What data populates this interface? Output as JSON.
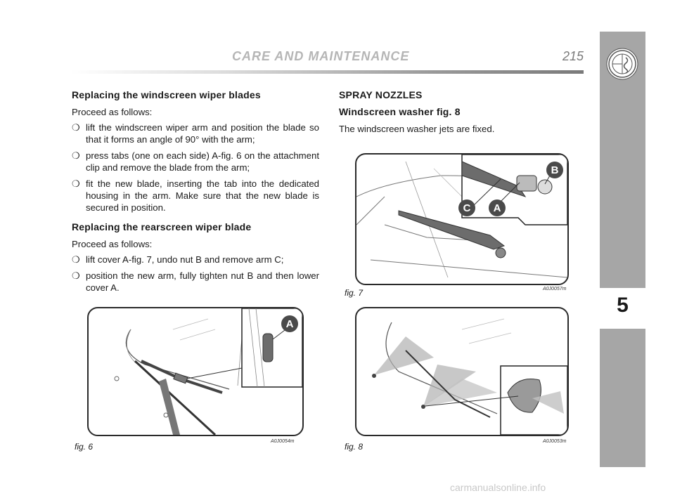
{
  "header": {
    "section_title": "CARE AND MAINTENANCE",
    "page_number": "215"
  },
  "sidebar": {
    "chapter_number": "5",
    "logo_icon": "alfa-romeo-logo-icon"
  },
  "left_column": {
    "section1_heading": "Replacing the windscreen wiper blades",
    "section1_intro": "Proceed as follows:",
    "section1_items": [
      "lift the windscreen wiper arm and position the blade so that it forms an angle of 90° with the arm;",
      "press tabs (one on each side) A-fig. 6 on the attachment clip and remove the blade from the arm;",
      "fit the new blade, inserting the tab into the dedicated housing in the arm. Make sure that the new blade is secured in position."
    ],
    "section2_heading": "Replacing the rearscreen wiper blade",
    "section2_intro": "Proceed as follows:",
    "section2_items": [
      "lift cover A-fig. 7, undo nut B and remove arm C;",
      "position the new arm, fully tighten nut B and then lower cover A."
    ]
  },
  "right_column": {
    "heading": "SPRAY NOZZLES",
    "subheading": "Windscreen washer fig. 8",
    "text": "The windscreen washer jets are fixed."
  },
  "bullet_symbol": "❍",
  "figures": {
    "fig6": {
      "label": "fig. 6",
      "code": "A0J0054m",
      "callout": "A"
    },
    "fig7": {
      "label": "fig. 7",
      "code": "A0J0057m",
      "callouts": [
        "B",
        "C",
        "A"
      ]
    },
    "fig8": {
      "label": "fig. 8",
      "code": "A0J0053m"
    }
  },
  "watermark": "carmanualsonline.info"
}
